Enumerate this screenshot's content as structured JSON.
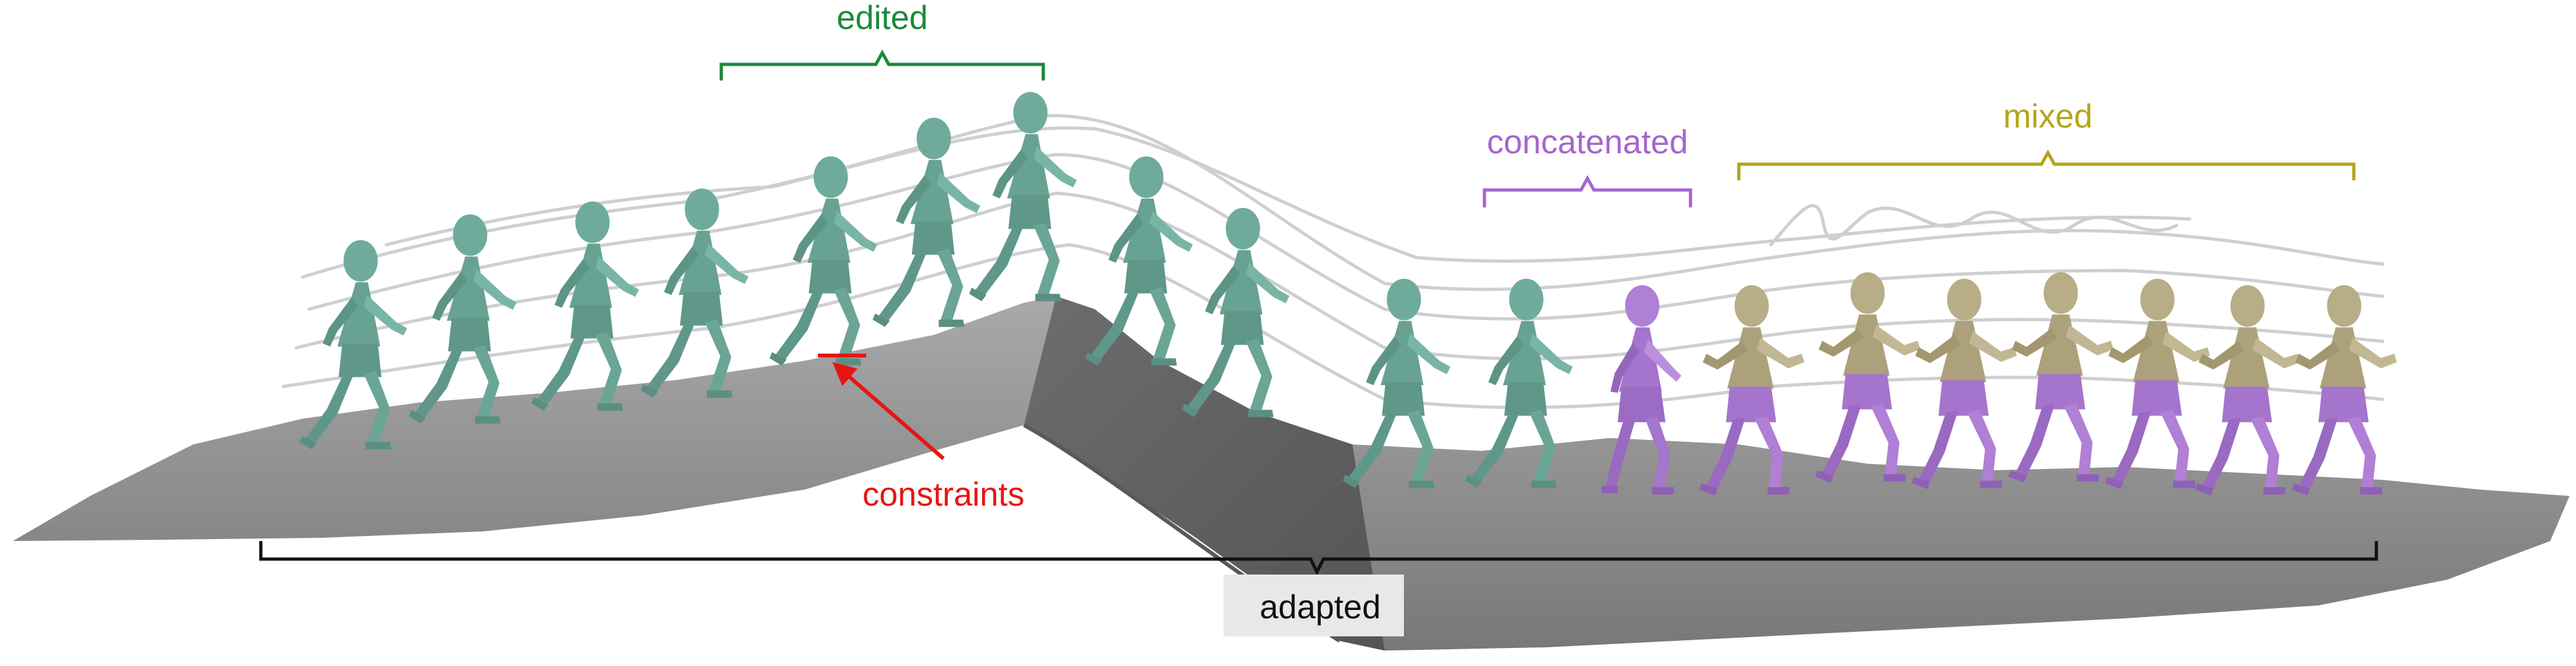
{
  "labels": {
    "edited": "edited",
    "concatenated": "concatenated",
    "mixed": "mixed",
    "constraints": "constraints",
    "adapted": "adapted"
  },
  "colors": {
    "edited": "#1a8a3a",
    "concatenated": "#a665cf",
    "mixed": "#b5a51a",
    "constraints": "#e81414",
    "adapted": "#111111",
    "character_teal": "#6fab9c",
    "character_purple": "#b07fd6",
    "character_tan": "#b7ad86",
    "terrain": "#8e8e8e",
    "trajectory": "#cfcfcf"
  },
  "icons": {
    "figure": "humanoid-figure-icon",
    "arrow": "arrow-icon"
  }
}
